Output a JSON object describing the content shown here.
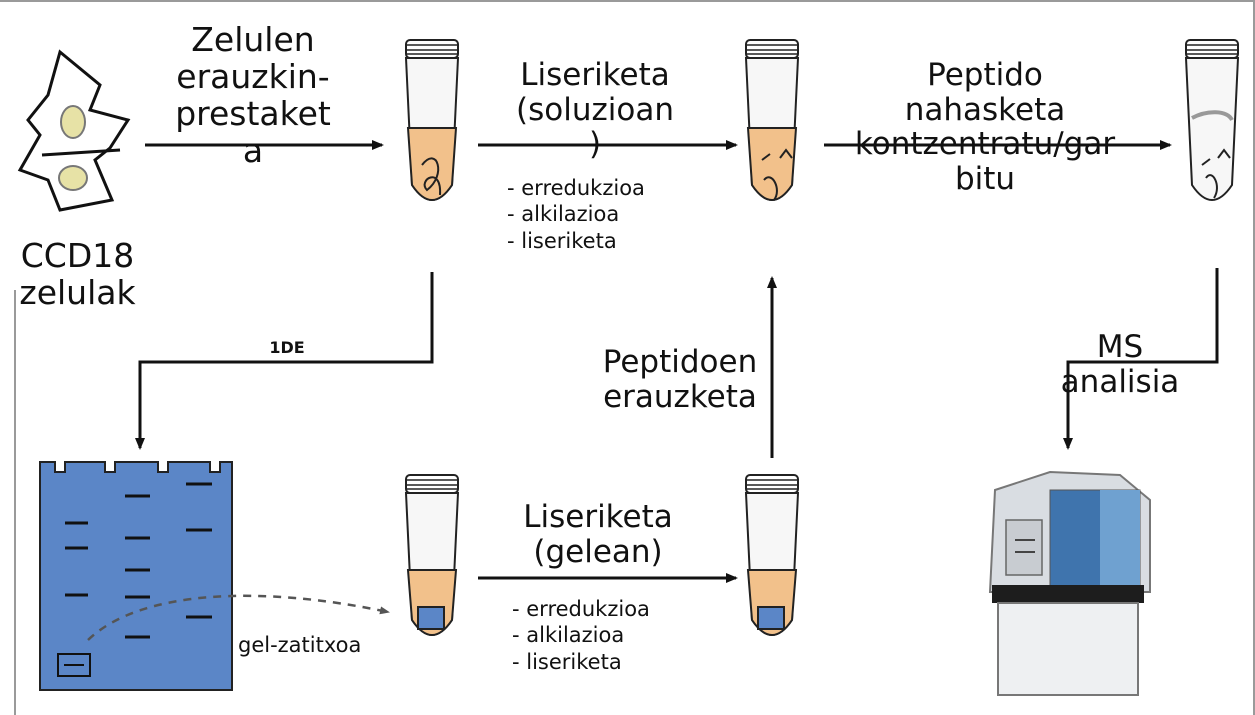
{
  "labels": {
    "cells_prep": "Zelulen\nerauzkin-\nprestaket\na",
    "cells_name": "CCD18\nzelulak",
    "digest_solution": "Liseriketa\n(soluzioan\n)",
    "digest_solution_steps": "- erredukzioa\n- alkilazioa\n-     liseriketa",
    "peptide_mix": "Peptido\nnahasketa\nkontzentratu/gar\nbitu",
    "onede": "1DE",
    "peptide_extraction": "Peptidoen\nerauzketa",
    "ms_analysis": "MS\nanalisia",
    "digest_gel": "Liseriketa\n(gelean)",
    "digest_gel_steps": "- erredukzioa\n- alkilazioa\n-     liseriketa",
    "gel_piece": "gel-zatitxoa"
  },
  "colors": {
    "gel_blue": "#5b86c7",
    "tube_liquid": "#f2c18b",
    "arrow": "#111111"
  }
}
